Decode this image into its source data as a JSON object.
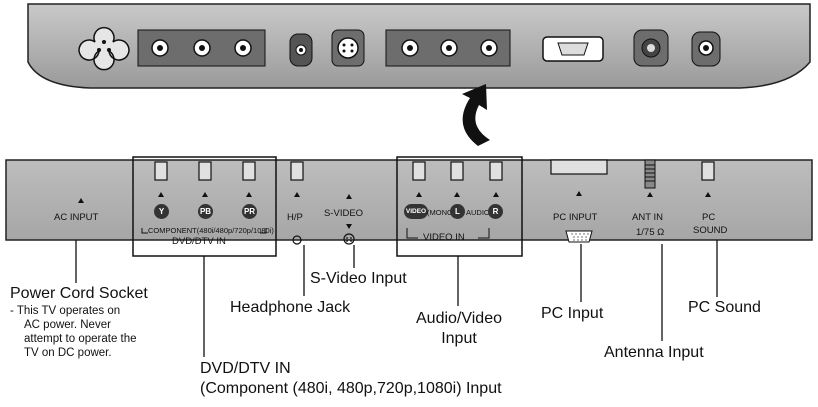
{
  "panel_labels": {
    "ac_input": "AC INPUT",
    "y": "Y",
    "pb": "PB",
    "pr": "PR",
    "component_caption": "COMPONENT(480i/480p/720p/1080i)",
    "dvd_dtv_in": "DVD/DTV IN",
    "hp": "H/P",
    "s_video": "S-VIDEO",
    "video": "VIDEO",
    "mono": "(MONO)",
    "l": "L",
    "audio": "AUDIO",
    "r": "R",
    "video_in": "VIDEO IN",
    "pc_input": "PC INPUT",
    "ant_in": "ANT IN",
    "ohm": "1/75 Ω",
    "pc": "PC",
    "sound": "SOUND"
  },
  "callouts": {
    "power_cord_socket": "Power Cord Socket",
    "power_note": [
      "- This TV operates on",
      "AC power. Never",
      "attempt to operate the",
      "TV on DC power."
    ],
    "dvd_dtv_title": "DVD/DTV IN",
    "dvd_dtv_sub": "(Component (480i, 480p,720p,1080i) Input",
    "headphone_jack": "Headphone Jack",
    "s_video_input": "S-Video Input",
    "audio_video_input": [
      "Audio/Video",
      "Input"
    ],
    "pc_input": "PC Input",
    "antenna_input": "Antenna Input",
    "pc_sound": "PC Sound"
  },
  "colors": {
    "panel": "#b3b3b3",
    "panel_dark": "#8f8f8f",
    "ink": "#111111"
  }
}
